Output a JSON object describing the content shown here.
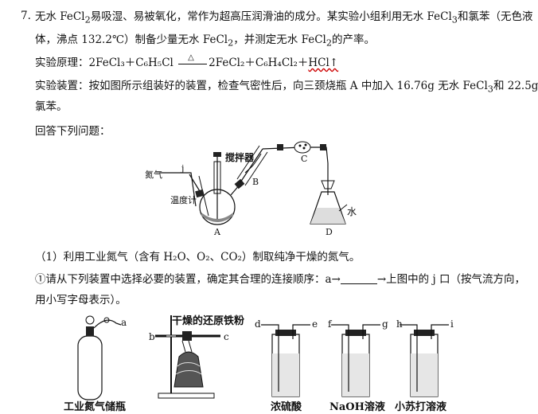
{
  "question": {
    "number": "7.",
    "line1_a": "无水 FeCl",
    "line1_sub": "2",
    "line1_b": "易吸湿、易被氧化，常作为超高压润滑油的成分。某实验小组利用无水 FeCl",
    "line1_sub2": "3",
    "line1_c": "和氯苯（无色液",
    "line2_a": "体，沸点 132.2℃）制备少量无水 FeCl",
    "line2_sub": "2",
    "line2_b": "，并测定无水 FeCl",
    "line2_sub2": "2",
    "line2_c": "的产率。",
    "principle_label": "实验原理：",
    "principle_eq_left": "2FeCl₃＋C₆H₅Cl",
    "principle_condition": "△",
    "principle_eq_right": "2FeCl₂＋C₆H₄Cl₂＋",
    "principle_gas": "HCl↑",
    "setup_label": "实验装置：",
    "setup_text": "按如图所示组装好的装置，检查气密性后，向三颈烧瓶 A 中加入 16.76g 无水 FeCl",
    "setup_sub": "3",
    "setup_text2": "和 22.5g",
    "setup_line2": "氯苯。",
    "answer_prompt": "回答下列问题："
  },
  "apparatus": {
    "stirrer": "搅拌器",
    "nitrogen": "氮气",
    "port_j": "j",
    "thermometer": "温度计",
    "label_A": "A",
    "label_B": "B",
    "label_C": "C",
    "label_D": "D",
    "water": "水"
  },
  "subquestion": {
    "part1": "（1）利用工业氮气（含有 H₂O、O₂、CO₂）制取纯净干燥的氮气。",
    "q1_a": "①请从下列装置中选择必要的装置，确定其合理的连接顺序：a→",
    "q1_b": "→上图中的 j 口（按气流方向，",
    "q1_line2": "用小写字母表示）。"
  },
  "devices": {
    "cylinder_caption": "工业氮气储瓶",
    "cylinder_port": "a",
    "furnace_label": "干燥的还原铁粉",
    "furnace_b": "b",
    "furnace_c": "c",
    "bottle1_in": "d",
    "bottle1_out": "e",
    "bottle1_caption": "浓硫酸",
    "bottle2_in": "f",
    "bottle2_out": "g",
    "bottle2_caption": "NaOH溶液",
    "bottle3_in": "h",
    "bottle3_out": "i",
    "bottle3_caption": "小苏打溶液"
  }
}
